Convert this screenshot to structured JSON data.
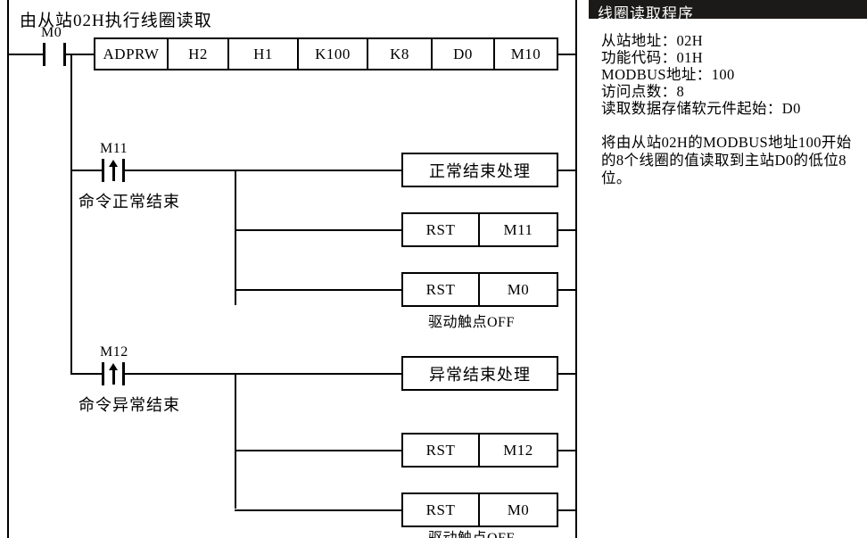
{
  "diagram": {
    "title": "由从站02H执行线圈读取",
    "rung1": {
      "contact_label": "M0",
      "instruction_cells": [
        "ADPRW",
        "H2",
        "H1",
        "K100",
        "K8",
        "D0",
        "M10"
      ]
    },
    "branch_normal": {
      "contact_label": "M11",
      "note": "命令正常结束",
      "outputs": [
        {
          "cells": [
            "正常结束处理"
          ],
          "caption": ""
        },
        {
          "cells": [
            "RST",
            "M11"
          ],
          "caption": ""
        },
        {
          "cells": [
            "RST",
            "M0"
          ],
          "caption": "驱动触点OFF"
        }
      ]
    },
    "branch_abnormal": {
      "contact_label": "M12",
      "note": "命令异常结束",
      "outputs": [
        {
          "cells": [
            "异常结束处理"
          ],
          "caption": ""
        },
        {
          "cells": [
            "RST",
            "M12"
          ],
          "caption": ""
        },
        {
          "cells": [
            "RST",
            "M0"
          ],
          "caption": "驱动触点OFF"
        }
      ]
    }
  },
  "panel": {
    "header": "线圈读取程序",
    "spec_lines": [
      "从站地址：02H",
      "功能代码：01H",
      "MODBUS地址：100",
      "访问点数：8",
      "读取数据存储软元件起始：D0"
    ],
    "description": "将由从站02H的MODBUS地址100开始的8个线圈的值读取到主站D0的低位8位。"
  },
  "colors": {
    "line": "#000000",
    "header_bg": "#1c1a18",
    "header_fg": "#ffffff",
    "page_bg": "#ffffff"
  }
}
